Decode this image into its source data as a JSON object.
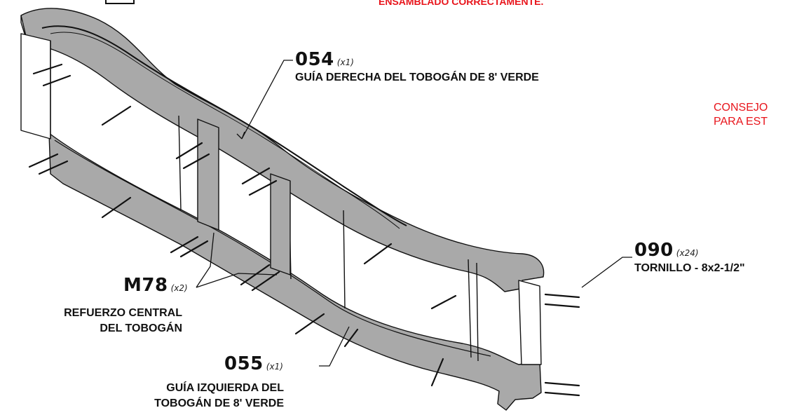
{
  "notes": {
    "top_warning": "ENSAMBLADO CORRECTAMENTE.",
    "tip_line1": "CONSEJO",
    "tip_line2": "PARA EST"
  },
  "parts": {
    "p054": {
      "number": "054",
      "qty": "(x1)",
      "desc": "GUÍA DERECHA DEL TOBOGÁN DE 8' VERDE"
    },
    "p090": {
      "number": "090",
      "qty": "(x24)",
      "desc": "TORNILLO - 8x2-1/2\""
    },
    "m78": {
      "number": "M78",
      "qty": "(x2)",
      "desc_line1": "REFUERZO CENTRAL",
      "desc_line2": "DEL TOBOGÁN"
    },
    "p055": {
      "number": "055",
      "qty": "(x1)",
      "desc_line1": "GUÍA IZQUIERDA DEL",
      "desc_line2": "TOBOGÁN DE 8' VERDE"
    }
  },
  "colors": {
    "warning": "#e8141b",
    "part_fill": "#a9a9a9",
    "outline": "#111111"
  }
}
